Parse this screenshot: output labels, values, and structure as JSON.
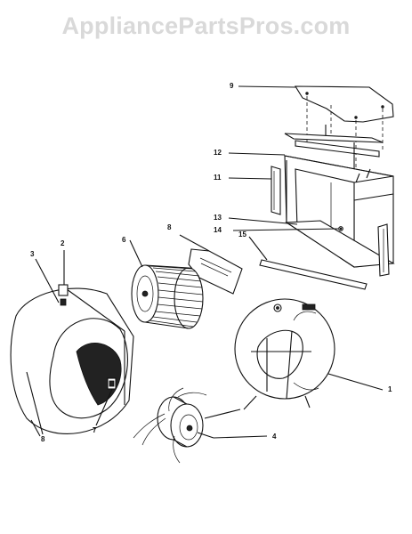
{
  "watermark": "AppliancePartsPros.com",
  "callouts": {
    "c1": "1",
    "c2": "2",
    "c3": "3",
    "c4": "4",
    "c6": "6",
    "c7": "7",
    "c8": "8",
    "c8b": "8",
    "c9": "9",
    "c11": "11",
    "c12": "12",
    "c13": "13",
    "c14": "14",
    "c15": "15"
  }
}
